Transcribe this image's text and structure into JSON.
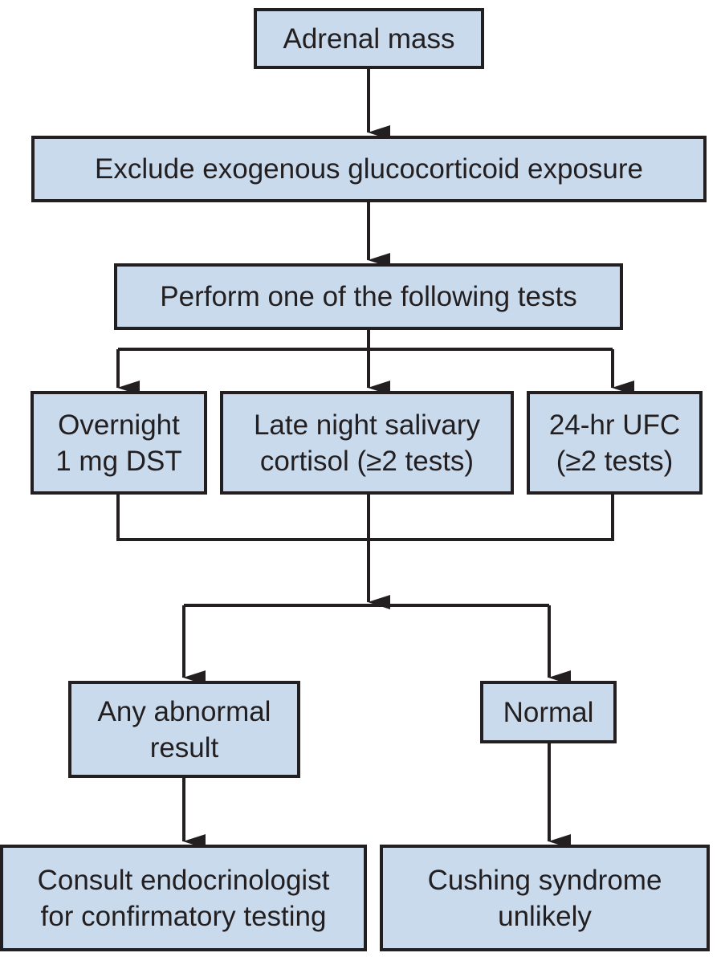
{
  "colors": {
    "box_fill": "#c9daec",
    "border": "#231f20",
    "text": "#231f20"
  },
  "nodes": {
    "adrenal_mass": {
      "lines": [
        "Adrenal mass"
      ]
    },
    "exclude_exposure": {
      "lines": [
        "Exclude exogenous glucocorticoid exposure"
      ]
    },
    "perform_tests": {
      "lines": [
        "Perform one of the following tests"
      ]
    },
    "overnight_dst": {
      "lines": [
        "Overnight",
        "1 mg DST"
      ]
    },
    "salivary_cortisol": {
      "lines": [
        "Late night salivary",
        "cortisol (≥2 tests)"
      ]
    },
    "ufc_24hr": {
      "lines": [
        "24-hr UFC",
        "(≥2 tests)"
      ]
    },
    "abnormal_result": {
      "lines": [
        "Any abnormal",
        "result"
      ]
    },
    "normal_result": {
      "lines": [
        "Normal"
      ]
    },
    "consult_endo": {
      "lines": [
        "Consult endocrinologist",
        "for confirmatory testing"
      ]
    },
    "cushing_unlikely": {
      "lines": [
        "Cushing syndrome",
        "unlikely"
      ]
    }
  },
  "edges": [
    {
      "from": "adrenal_mass",
      "to": "exclude_exposure"
    },
    {
      "from": "exclude_exposure",
      "to": "perform_tests"
    },
    {
      "from": "perform_tests",
      "to": "overnight_dst"
    },
    {
      "from": "perform_tests",
      "to": "salivary_cortisol"
    },
    {
      "from": "perform_tests",
      "to": "ufc_24hr"
    },
    {
      "from": "overnight_dst",
      "to": "abnormal_result"
    },
    {
      "from": "salivary_cortisol",
      "to": "abnormal_result"
    },
    {
      "from": "ufc_24hr",
      "to": "abnormal_result"
    },
    {
      "from": "overnight_dst",
      "to": "normal_result"
    },
    {
      "from": "salivary_cortisol",
      "to": "normal_result"
    },
    {
      "from": "ufc_24hr",
      "to": "normal_result"
    },
    {
      "from": "abnormal_result",
      "to": "consult_endo"
    },
    {
      "from": "normal_result",
      "to": "cushing_unlikely"
    }
  ]
}
